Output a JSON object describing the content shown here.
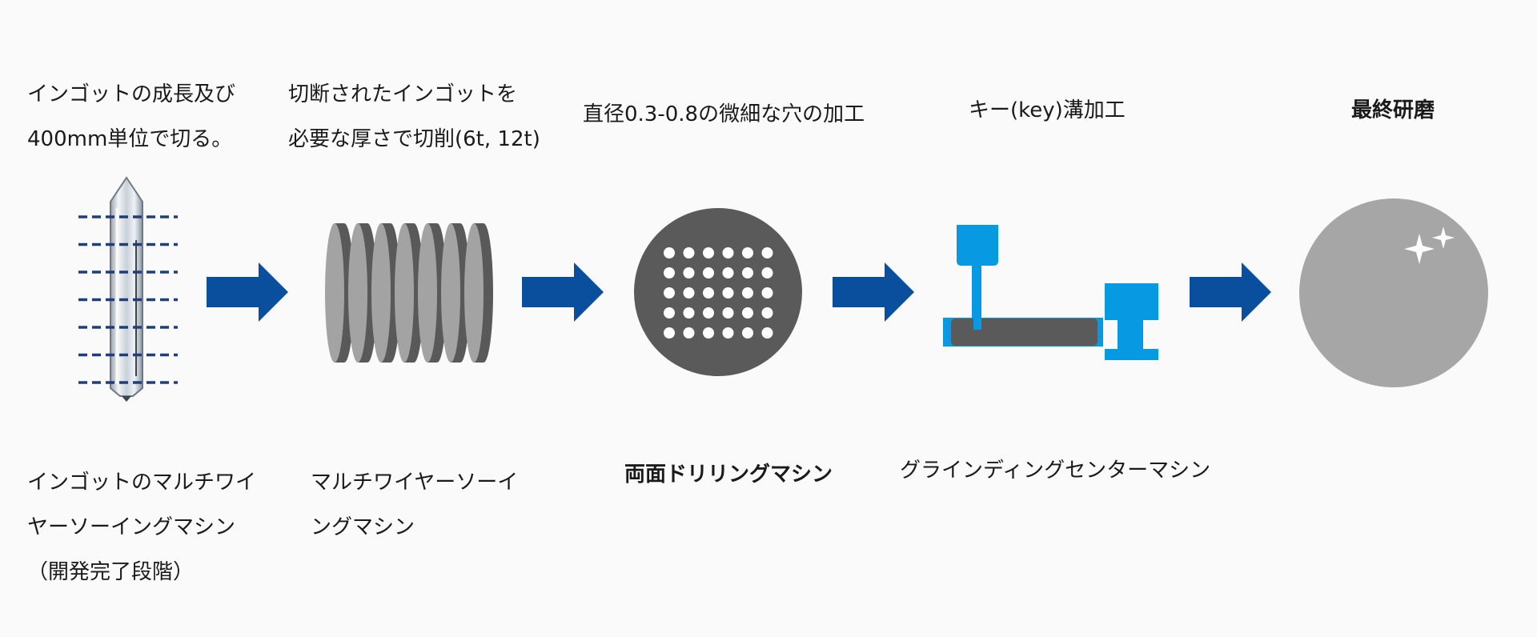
{
  "steps": [
    {
      "top_lines": [
        "インゴットの成長及び",
        "400mm単位で切る。"
      ],
      "bottom_lines": [
        "インゴットのマルチワイ",
        "ヤーソーイングマシン",
        "（開発完了段階）"
      ]
    },
    {
      "top_lines": [
        "切断されたインゴットを",
        "必要な厚さで切削(6t, 12t)"
      ],
      "bottom_lines": [
        "マルチワイヤーソーイ",
        "ングマシン"
      ]
    },
    {
      "top_lines": [
        "直径0.3-0.8の微細な穴の加工"
      ],
      "bottom_lines": [
        "両面ドリリングマシン"
      ]
    },
    {
      "top_lines": [
        "キー(key)溝加工"
      ],
      "bottom_lines": [
        "グラインディングセンターマシン"
      ]
    },
    {
      "top_lines": [
        "最終研磨"
      ],
      "bottom_lines": []
    }
  ],
  "colors": {
    "arrow": "#0a4f9e",
    "cut_line": "#1e3f7a",
    "disc_dark": "#595959",
    "disc_light": "#a3a3a3",
    "drill_plate": "#5a5a5a",
    "machine_blue": "#079ae3",
    "final_disc": "#a6a6a6",
    "sparkle": "#ffffff"
  },
  "drill_grid": {
    "rows": 5,
    "cols": 6
  }
}
